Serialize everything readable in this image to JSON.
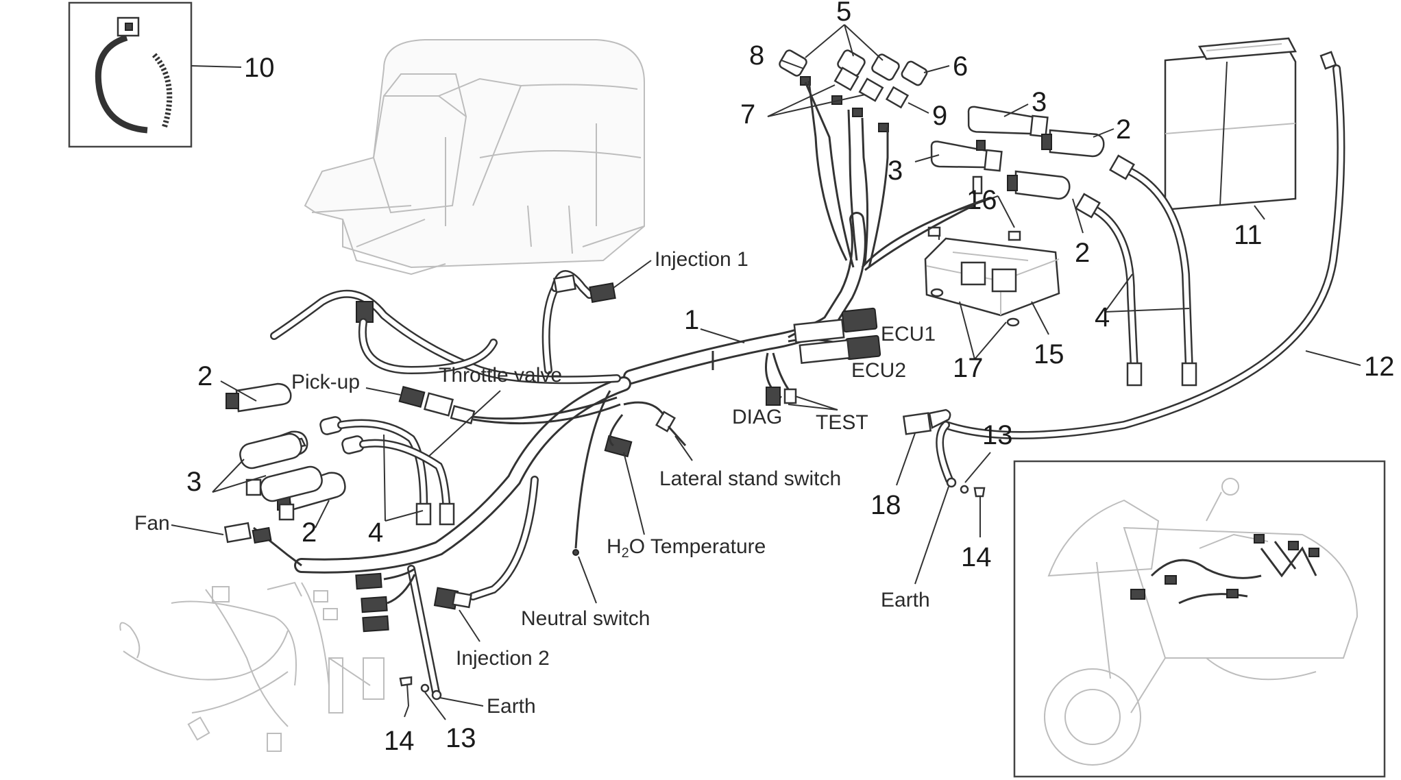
{
  "callouts": {
    "n1": "1",
    "n2a": "2",
    "n2b": "2",
    "n2c": "2",
    "n2d": "2",
    "n3a": "3",
    "n3b": "3",
    "n3c": "3",
    "n4a": "4",
    "n4b": "4",
    "n5": "5",
    "n6": "6",
    "n7": "7",
    "n8": "8",
    "n9": "9",
    "n10": "10",
    "n11": "11",
    "n12": "12",
    "n13a": "13",
    "n13b": "13",
    "n14a": "14",
    "n14b": "14",
    "n15": "15",
    "n16": "16",
    "n17": "17",
    "n18": "18"
  },
  "labels": {
    "injection1": "Injection 1",
    "injection2": "Injection 2",
    "pickup": "Pick-up",
    "throttle": "Throttle valve",
    "fan": "Fan",
    "ecu1": "ECU1",
    "ecu2": "ECU2",
    "diag": "DIAG",
    "test": "TEST",
    "lateral": "Lateral stand switch",
    "h2o_a": "H",
    "h2o_sub": "2",
    "h2o_b": "O Temperature",
    "neutral": "Neutral switch",
    "earth_left": "Earth",
    "earth_right": "Earth"
  }
}
